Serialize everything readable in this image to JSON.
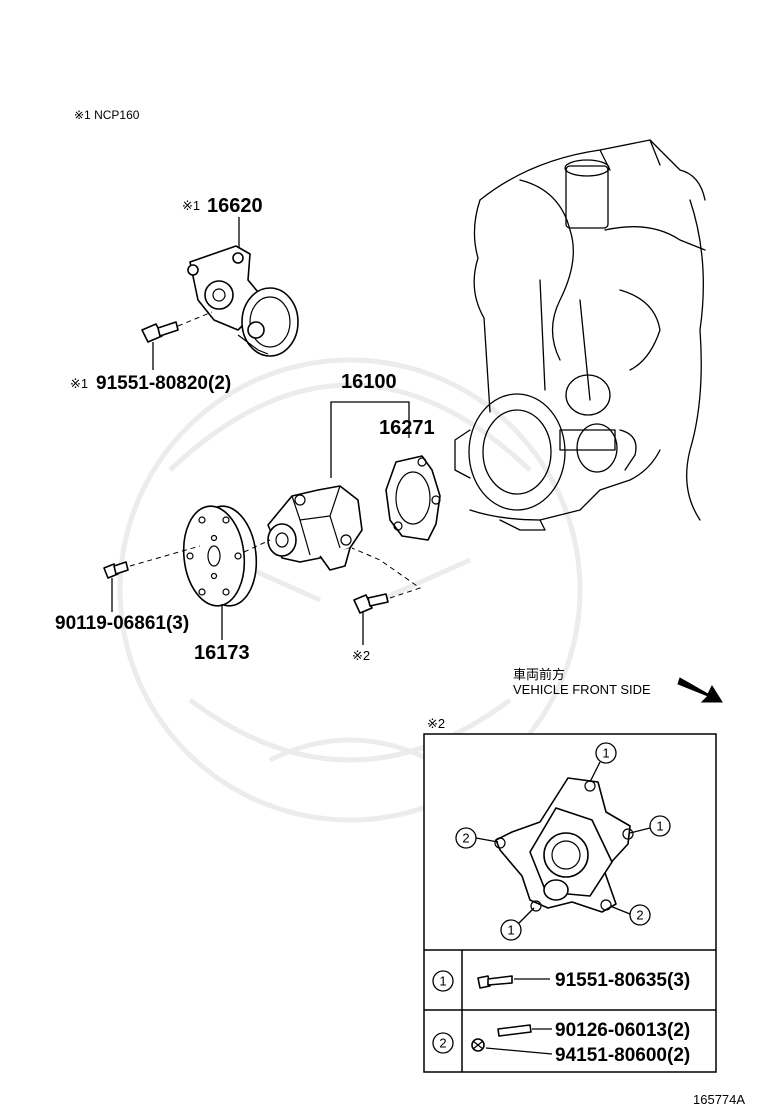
{
  "notes": {
    "note1": "※1 NCP160",
    "note2_marker": "※2",
    "note2_box_title": "※2"
  },
  "parts": {
    "tensioner": {
      "mark": "※1",
      "number": "16620"
    },
    "tensioner_bolt": {
      "mark": "※1",
      "number": "91551-80820(2)"
    },
    "water_pump_assy": {
      "number": "16100"
    },
    "gasket": {
      "number": "16271"
    },
    "pulley": {
      "number": "16173"
    },
    "pulley_bolt": {
      "number": "90119-06861(3)"
    }
  },
  "direction": {
    "label_jp": "車両前方",
    "label_en": "VEHICLE FRONT SIDE"
  },
  "detail_table": {
    "rows": [
      {
        "marker": "1",
        "parts": [
          "91551-80635(3)"
        ]
      },
      {
        "marker": "2",
        "parts": [
          "90126-06013(2)",
          "94151-80600(2)"
        ]
      }
    ],
    "callouts": [
      "1",
      "1",
      "1",
      "2",
      "2"
    ]
  },
  "illustration_id": "165774A"
}
